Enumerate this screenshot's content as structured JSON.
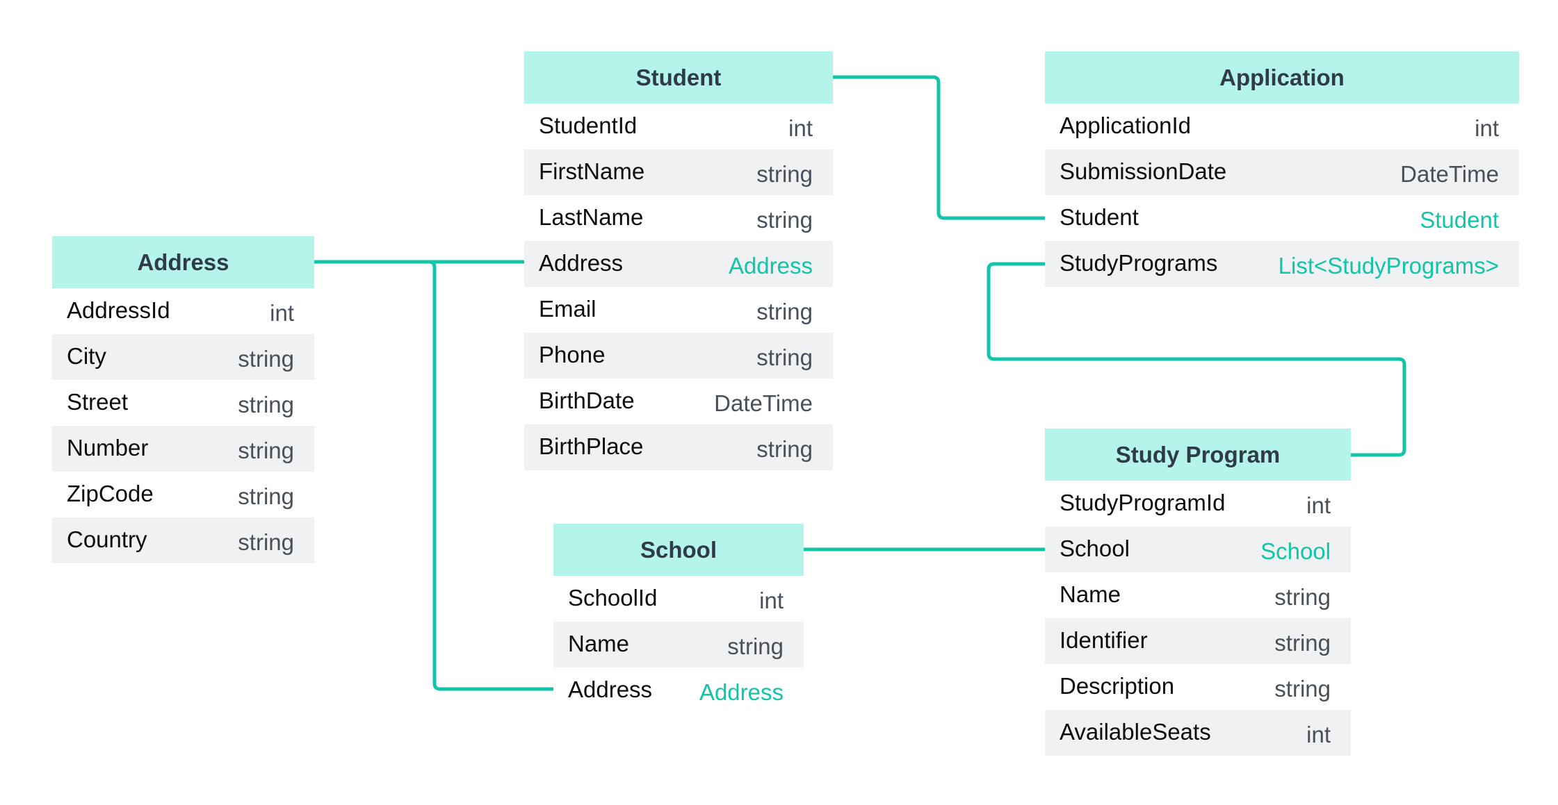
{
  "entities": {
    "student": {
      "title": "Student",
      "fields": [
        {
          "name": "StudentId",
          "type": "int"
        },
        {
          "name": "FirstName",
          "type": "string"
        },
        {
          "name": "LastName",
          "type": "string"
        },
        {
          "name": "Address",
          "type": "Address"
        },
        {
          "name": "Email",
          "type": "string"
        },
        {
          "name": "Phone",
          "type": "string"
        },
        {
          "name": "BirthDate",
          "type": "DateTime"
        },
        {
          "name": "BirthPlace",
          "type": "string"
        }
      ]
    },
    "application": {
      "title": "Application",
      "fields": [
        {
          "name": "ApplicationId",
          "type": "int"
        },
        {
          "name": "SubmissionDate",
          "type": "DateTime"
        },
        {
          "name": "Student",
          "type": "Student"
        },
        {
          "name": "StudyPrograms",
          "type": "List<StudyPrograms>"
        }
      ]
    },
    "address": {
      "title": "Address",
      "fields": [
        {
          "name": "AddressId",
          "type": "int"
        },
        {
          "name": "City",
          "type": "string"
        },
        {
          "name": "Street",
          "type": "string"
        },
        {
          "name": "Number",
          "type": "string"
        },
        {
          "name": "ZipCode",
          "type": "string"
        },
        {
          "name": "Country",
          "type": "string"
        }
      ]
    },
    "school": {
      "title": "School",
      "fields": [
        {
          "name": "SchoolId",
          "type": "int"
        },
        {
          "name": "Name",
          "type": "string"
        },
        {
          "name": "Address",
          "type": "Address"
        }
      ]
    },
    "study_program": {
      "title": "Study Program",
      "fields": [
        {
          "name": "StudyProgramId",
          "type": "int"
        },
        {
          "name": "School",
          "type": "School"
        },
        {
          "name": "Name",
          "type": "string"
        },
        {
          "name": "Identifier",
          "type": "string"
        },
        {
          "name": "Description",
          "type": "string"
        },
        {
          "name": "AvailableSeats",
          "type": "int"
        }
      ]
    }
  },
  "colors": {
    "header_bg": "#b4f4ea",
    "connector": "#12c4a8",
    "reference_type": "#12c4a8",
    "alt_row_bg": "#f0f1f3",
    "header_text": "#2f3b45"
  }
}
